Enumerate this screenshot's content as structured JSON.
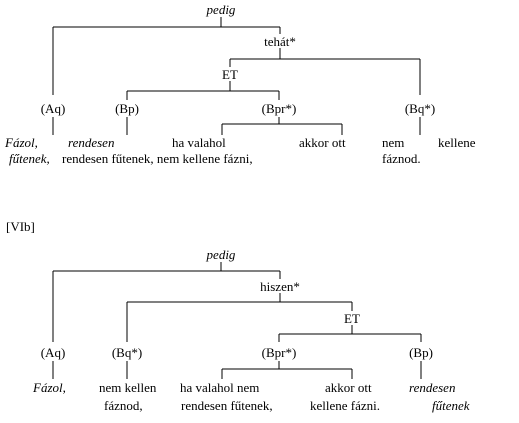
{
  "tree1": {
    "root": "pedig",
    "n1": "tehát*",
    "n2": "ET",
    "aq": "(Aq)",
    "bp": "(Bp)",
    "bpr": "(Bpr*)",
    "bq": "(Bq*)",
    "text_aq": [
      "Fázol,",
      "fűtenek,"
    ],
    "text_bp": [
      "rendesen",
      "rendesen fűtenek, nem kellene fázni,"
    ],
    "text_bpr_a": "ha valahol",
    "text_bpr_b": "akkor ott",
    "text_bq": [
      "nem",
      "kellene",
      "fáznod."
    ]
  },
  "section_label": "[VIb]",
  "tree2": {
    "root": "pedig",
    "n1": "hiszen*",
    "n2": "ET",
    "aq": "(Aq)",
    "bq": "(Bq*)",
    "bpr": "(Bpr*)",
    "bp": "(Bp)",
    "text_aq": "Fázol,",
    "text_bq": [
      "nem kellen",
      "fáznod,"
    ],
    "text_bpr_a": [
      "ha valahol nem",
      "rendesen fűtenek,"
    ],
    "text_bpr_b": [
      "akkor ott",
      "kellene fázni."
    ],
    "text_bp": [
      "rendesen",
      "fűtenek"
    ]
  }
}
